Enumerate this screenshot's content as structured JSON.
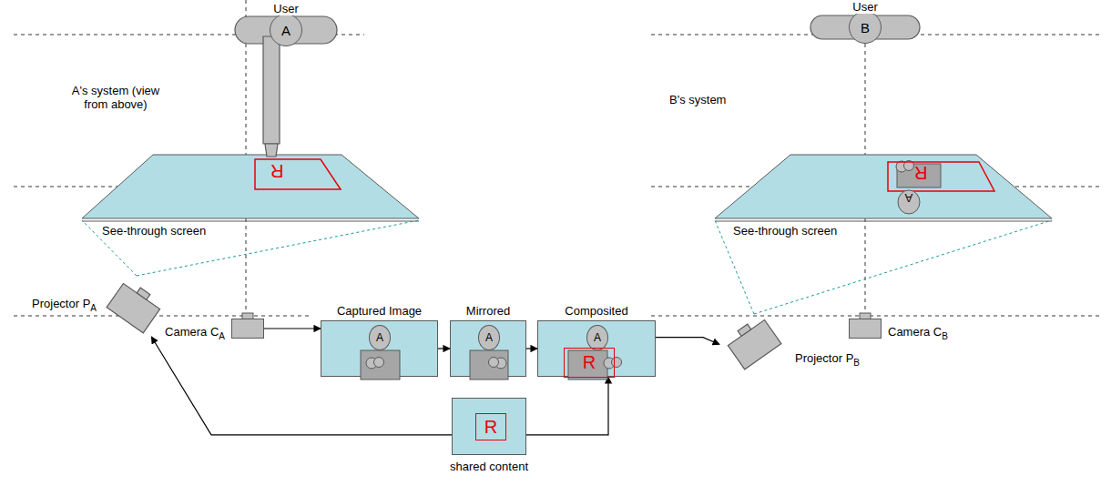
{
  "diagram": {
    "nodes": [
      {
        "text": [
          "A"
        ]
      },
      {
        "text": [
          "B"
        ]
      },
      {
        "text": [
          "Camera C",
          "A"
        ]
      },
      {
        "text": [
          "Captured Image"
        ]
      },
      {
        "text": [
          "A"
        ],
        "in": 3
      },
      {
        "text": [
          "Mirrored"
        ]
      },
      {
        "text": [
          "A"
        ],
        "in": 5
      },
      {
        "text": [
          "Composited"
        ]
      },
      {
        "text": [
          "A"
        ],
        "in": 7
      },
      {
        "text": [
          "R"
        ],
        "in": 7
      },
      {
        "text": [
          "Projector P",
          "B"
        ]
      },
      {
        "text": [
          "Camera C",
          "B"
        ]
      },
      {
        "text": [
          "shared content"
        ]
      },
      {
        "text": [
          "R"
        ],
        "in": 12
      },
      {
        "text": [
          "Projector P",
          "A"
        ]
      }
    ],
    "edges": [
      {
        "from": 2,
        "to": 3,
        "arrow": "to"
      },
      {
        "from": 3,
        "to": 5,
        "arrow": "to"
      },
      {
        "from": 5,
        "to": 7,
        "arrow": "to"
      },
      {
        "from": 7,
        "to": 10,
        "arrow": "to"
      },
      {
        "from": 12,
        "to": 7,
        "arrow": "to"
      },
      {
        "from": 12,
        "to": 14,
        "arrow": "to"
      }
    ],
    "labels": [
      "User",
      "A's system (view from above)",
      "See-through screen",
      "R",
      "User",
      "B's system",
      "See-through screen",
      "R",
      "A"
    ]
  }
}
